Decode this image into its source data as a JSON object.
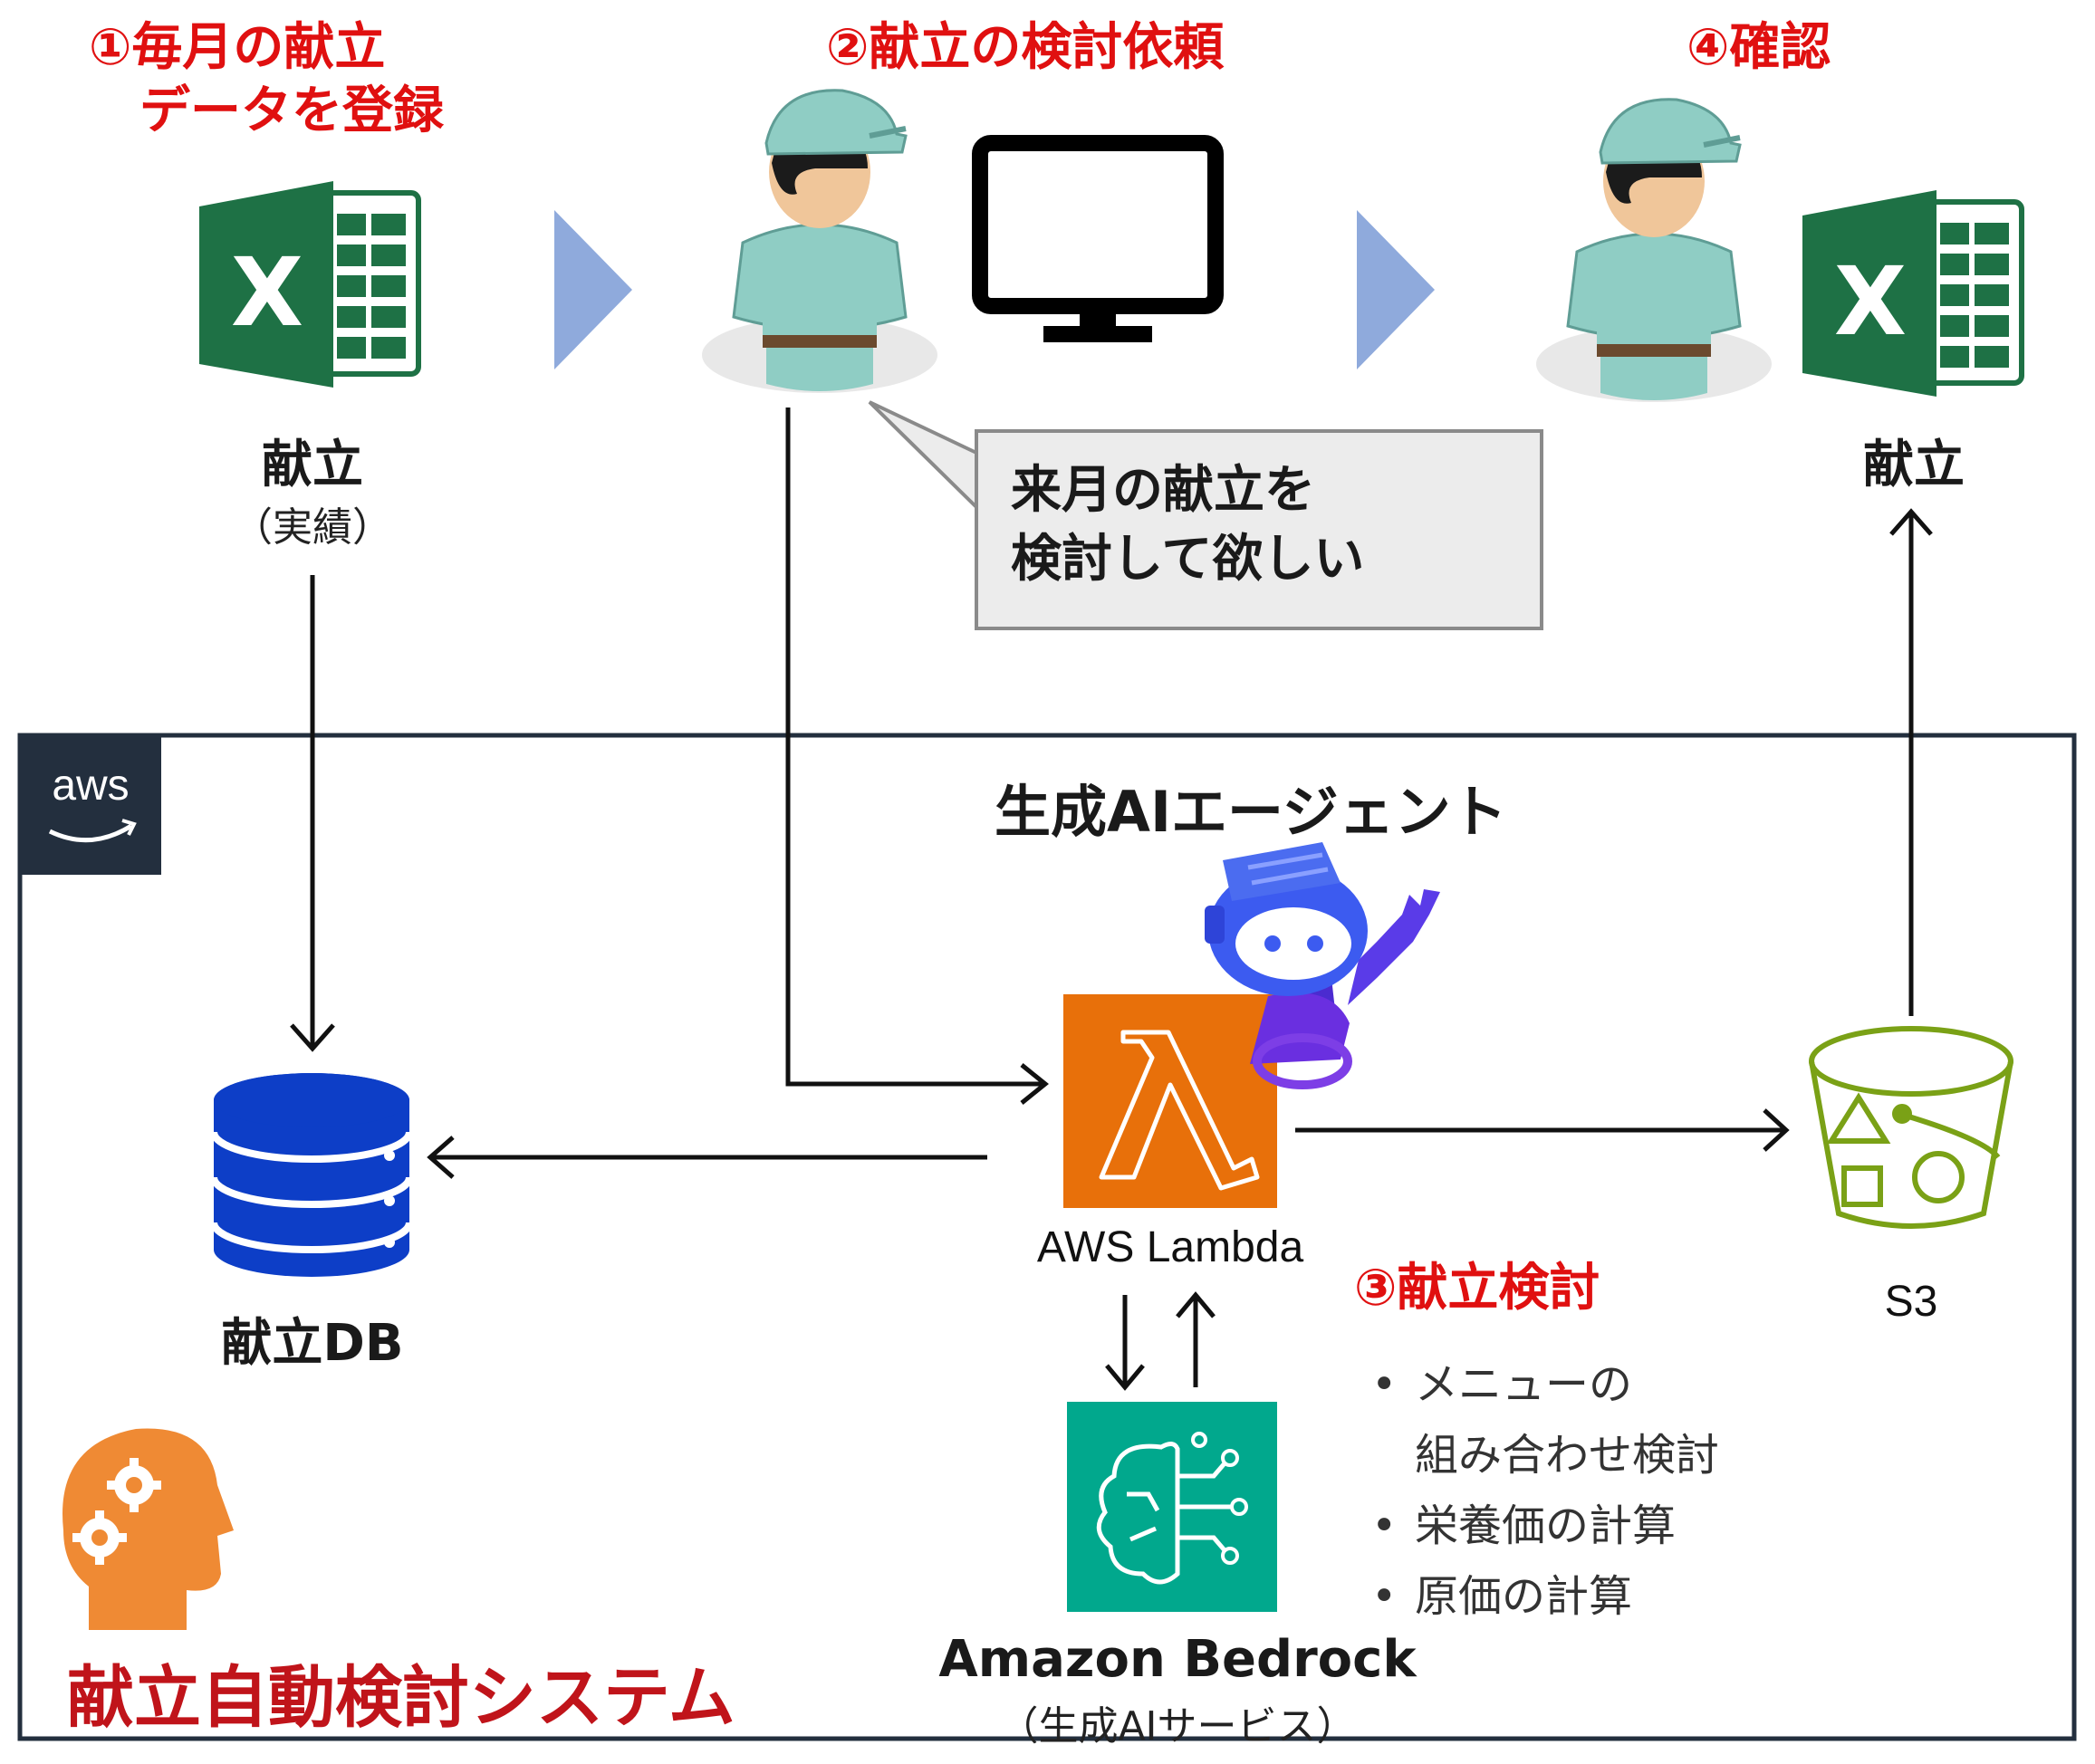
{
  "steps": {
    "step1": "①毎月の献立\n　データを登録",
    "step2": "②献立の検討依頼",
    "step3": "③献立検討",
    "step4": "④確認"
  },
  "labels": {
    "menu_left": "献立",
    "menu_left_sub": "（実績）",
    "menu_right": "献立",
    "speech": "来月の献立を\n検討して欲しい",
    "agent_title": "生成AIエージェント",
    "aws_logo": "aws",
    "lambda": "AWS Lambda",
    "bedrock": "Amazon Bedrock",
    "bedrock_sub": "（生成AIサービス）",
    "db": "献立DB",
    "s3": "S3",
    "system_name": "献立自動検討システム",
    "excel_letter": "X"
  },
  "tasks": [
    "メニューの\n組み合わせ検討",
    "栄養価の計算",
    "原価の計算"
  ],
  "icons": {
    "excel": "excel-icon",
    "worker": "worker-person-icon",
    "monitor": "monitor-icon",
    "database": "database-icon",
    "lambda": "aws-lambda-icon",
    "bedrock": "amazon-bedrock-icon",
    "s3": "s3-bucket-icon",
    "robot": "robot-agent-icon",
    "brain": "head-gears-icon"
  },
  "colors": {
    "step_red": "#e01010",
    "system_red": "#c0141a",
    "excel_green": "#1e7145",
    "chevron_blue": "#8faadc",
    "worker_teal": "#8fcdc4",
    "lambda_orange": "#e8700a",
    "bedrock_teal": "#01a88d",
    "s3_green": "#7aa116",
    "db_blue": "#0d3ec7",
    "aws_navy": "#232f3e",
    "robot_purple": "#6a2fe0",
    "head_orange": "#ef8a34"
  }
}
